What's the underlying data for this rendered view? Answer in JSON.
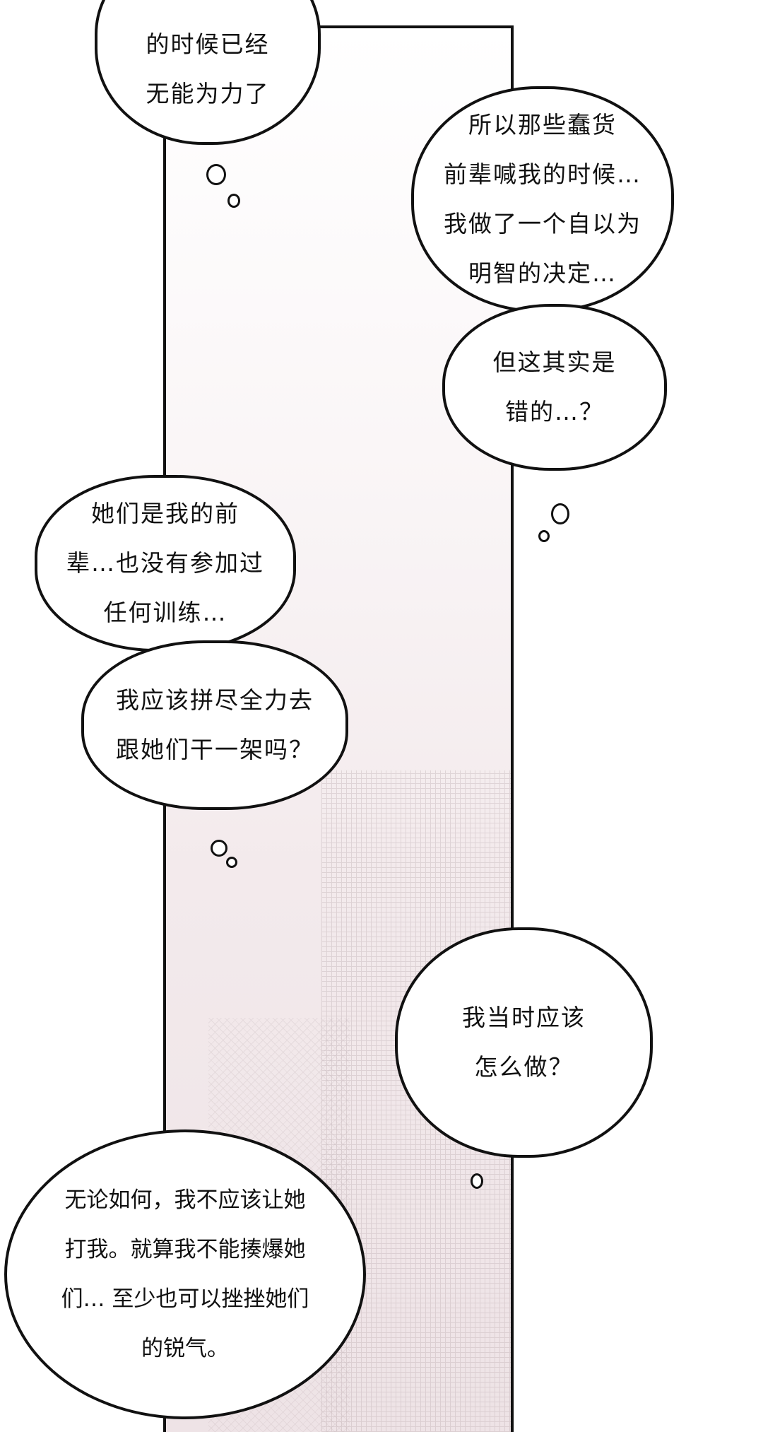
{
  "bubbles": [
    {
      "lines": [
        "的时候已经",
        "无能为力了"
      ]
    },
    {
      "lines": [
        "所以那些蠢货",
        "前辈喊我的时候…",
        "我做了一个自以为",
        "明智的决定…"
      ]
    },
    {
      "lines": [
        "但这其实是",
        "错的…？"
      ]
    },
    {
      "lines": [
        "她们是我的前",
        "辈…也没有参加过",
        "任何训练…"
      ]
    },
    {
      "lines": [
        "我应该拼尽全力去",
        "跟她们干一架吗？"
      ]
    },
    {
      "lines": [
        "我当时应该",
        "怎么做？"
      ]
    },
    {
      "lines": [
        "无论如何，我不应该让她",
        "打我。就算我不能揍爆她",
        "们… 至少也可以挫挫她们",
        "的锐气。"
      ]
    }
  ]
}
